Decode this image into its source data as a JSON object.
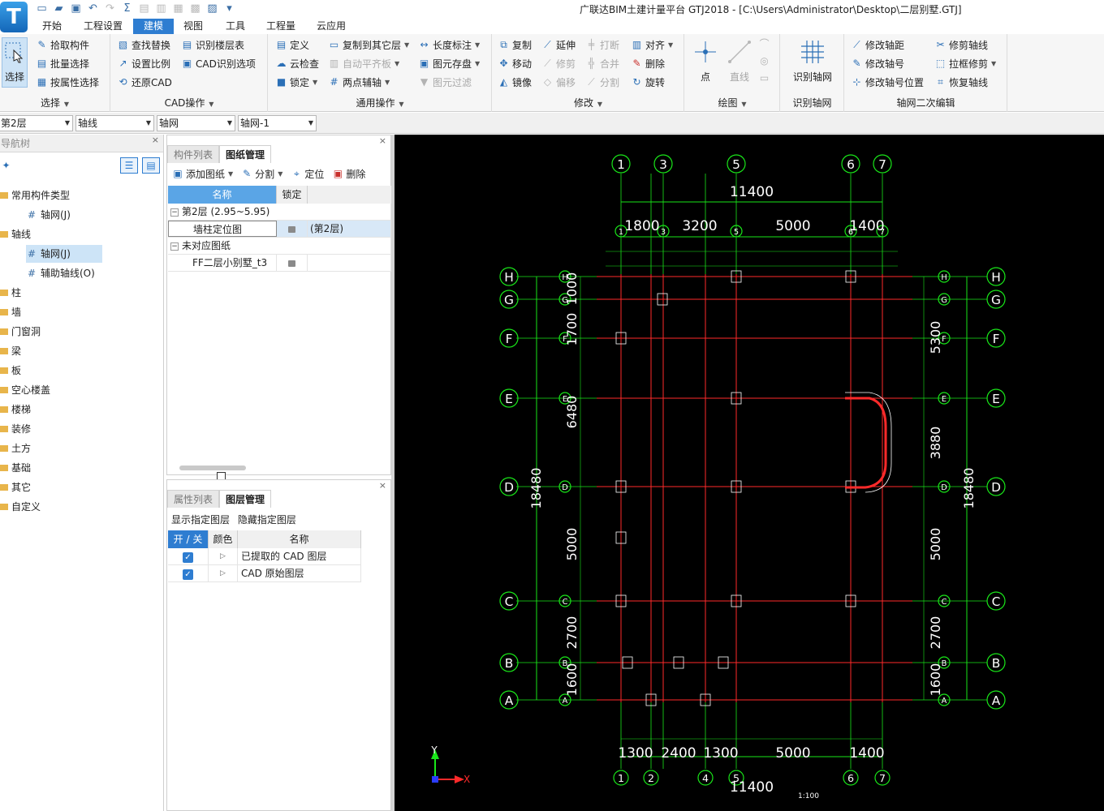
{
  "window_title": "广联达BIM土建计量平台 GTJ2018 - [C:\\Users\\Administrator\\Desktop\\二层别墅.GTJ]",
  "app_logo": "T",
  "menu_tabs": [
    "开始",
    "工程设置",
    "建模",
    "视图",
    "工具",
    "工程量",
    "云应用"
  ],
  "active_tab": "建模",
  "ribbon": {
    "select_group": {
      "big_button": "选择",
      "items": [
        "拾取构件",
        "批量选择",
        "按属性选择"
      ],
      "caption": "选择"
    },
    "cad_group": {
      "col1": [
        "查找替换",
        "设置比例",
        "还原CAD"
      ],
      "col2": [
        "识别楼层表",
        "CAD识别选项"
      ],
      "caption": "CAD操作"
    },
    "general_group": {
      "col1": [
        "定义",
        "云检查",
        "锁定"
      ],
      "col2": [
        "复制到其它层",
        "自动平齐板",
        "两点辅轴"
      ],
      "col3": [
        "长度标注",
        "图元存盘",
        "图元过滤"
      ],
      "caption": "通用操作"
    },
    "modify_group": {
      "col1": [
        "复制",
        "移动",
        "镜像"
      ],
      "col2": [
        "延伸",
        "修剪",
        "偏移"
      ],
      "col3": [
        "打断",
        "合并",
        "分割"
      ],
      "col4": [
        "对齐",
        "删除",
        "旋转"
      ],
      "caption": "修改"
    },
    "draw_group": {
      "buttons": [
        "点",
        "直线"
      ],
      "caption": "绘图"
    },
    "identify_group": {
      "button": "识别轴网",
      "caption": "识别轴网"
    },
    "axis_edit_group": {
      "col1": [
        "修改轴距",
        "修改轴号",
        "修改轴号位置"
      ],
      "col2": [
        "修剪轴线",
        "拉框修剪",
        "恢复轴线"
      ],
      "caption": "轴网二次编辑"
    }
  },
  "property_bar": [
    "第2层",
    "轴线",
    "轴网",
    "轴网-1"
  ],
  "nav_tree": {
    "title": "导航树",
    "items": [
      {
        "label": "常用构件类型",
        "level": 0
      },
      {
        "label": "轴网(J)",
        "level": 1
      },
      {
        "label": "轴线",
        "level": 0
      },
      {
        "label": "轴网(J)",
        "level": 1,
        "selected": true
      },
      {
        "label": "辅助轴线(O)",
        "level": 1
      },
      {
        "label": "柱",
        "level": 0
      },
      {
        "label": "墙",
        "level": 0
      },
      {
        "label": "门窗洞",
        "level": 0
      },
      {
        "label": "梁",
        "level": 0
      },
      {
        "label": "板",
        "level": 0
      },
      {
        "label": "空心楼盖",
        "level": 0
      },
      {
        "label": "楼梯",
        "level": 0
      },
      {
        "label": "装修",
        "level": 0
      },
      {
        "label": "土方",
        "level": 0
      },
      {
        "label": "基础",
        "level": 0
      },
      {
        "label": "其它",
        "level": 0
      },
      {
        "label": "自定义",
        "level": 0
      }
    ]
  },
  "drawing_panel": {
    "tabs": [
      "构件列表",
      "图纸管理"
    ],
    "active_tab": "图纸管理",
    "tools": [
      "添加图纸",
      "分割",
      "定位",
      "删除"
    ],
    "columns": [
      "名称",
      "锁定"
    ],
    "rows": [
      {
        "name": "第2层 (2.95~5.95)",
        "group": true
      },
      {
        "name": "墙柱定位图",
        "lock_icon": "lock-icon",
        "floor": "(第2层)",
        "selected": true
      },
      {
        "name": "未对应图纸",
        "group": true
      },
      {
        "name": "FF二层小别墅_t3",
        "lock_icon": "lock-icon",
        "floor": ""
      }
    ]
  },
  "layer_panel": {
    "tabs": [
      "属性列表",
      "图层管理"
    ],
    "active_tab": "图层管理",
    "links": [
      "显示指定图层",
      "隐藏指定图层"
    ],
    "columns": [
      "开 / 关",
      "颜色",
      "名称"
    ],
    "rows": [
      {
        "on": true,
        "name": "已提取的 CAD 图层"
      },
      {
        "on": true,
        "name": "CAD 原始图层"
      }
    ]
  },
  "cad": {
    "top_axes": [
      "1",
      "3",
      "5",
      "6",
      "7"
    ],
    "top_total": "11400",
    "top_dims": [
      "1800",
      "3200",
      "5000",
      "1400"
    ],
    "top_inner_axes": [
      "1",
      "3",
      "5",
      "6",
      "7"
    ],
    "bottom_dims": [
      "1300",
      "2400",
      "1300",
      "5000",
      "1400"
    ],
    "bottom_total": "11400",
    "bottom_axes": [
      "1",
      "2",
      "4",
      "5",
      "6",
      "7"
    ],
    "row_axes": [
      "H",
      "G",
      "F",
      "E",
      "D",
      "C",
      "B",
      "A"
    ],
    "left_dims": [
      "1700",
      "1000",
      "6480",
      "5000",
      "2700",
      "1600"
    ],
    "left_total": "18480",
    "right_dims": [
      "5300",
      "3880",
      "5000",
      "2700",
      "1600"
    ],
    "right_total": "18480",
    "scale": "1:100",
    "axis_x": "X",
    "axis_y": "Y",
    "colors": {
      "axis": "#ff2a2a",
      "dim": "#19e619",
      "background": "#000000",
      "text": "#ffffff"
    }
  }
}
